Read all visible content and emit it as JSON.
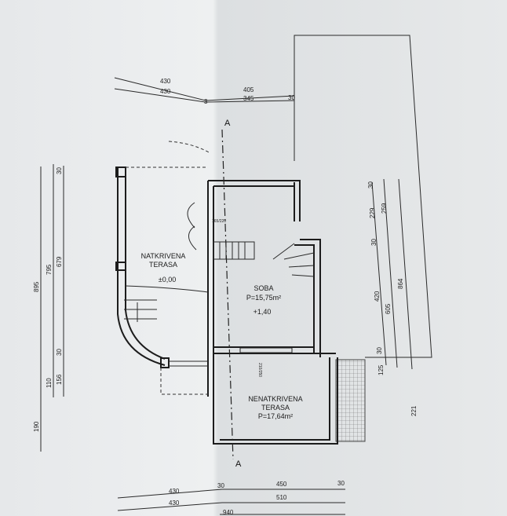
{
  "section_marker": "A",
  "dimensions": {
    "top": {
      "row1": [
        "430",
        "405"
      ],
      "row2": [
        "430",
        "3",
        "345",
        "30"
      ]
    },
    "bottom": {
      "row1": [
        "430",
        "30",
        "450",
        "30"
      ],
      "row2": [
        "430",
        "510"
      ],
      "row3": "940"
    },
    "left": {
      "col1": [
        "895",
        "190"
      ],
      "col2": [
        "795",
        "110"
      ],
      "col3": [
        "30",
        "679",
        "30",
        "156"
      ]
    },
    "right": {
      "col1": [
        "30",
        "229",
        "30",
        "420",
        "30",
        "125"
      ],
      "col2": [
        "259",
        "605"
      ],
      "col3": [
        "864",
        "221"
      ]
    }
  },
  "rooms": [
    {
      "name": "NATKRIVENA",
      "name2": "TERASA",
      "level": "±0,00"
    },
    {
      "name": "SOBA",
      "area": "P=15,75m²",
      "level": "+1,40"
    },
    {
      "name": "NENATKRIVENA",
      "name2": "TERASA",
      "area": "P=17,64m²"
    }
  ],
  "door_labels": [
    "165/220",
    "210/250"
  ]
}
